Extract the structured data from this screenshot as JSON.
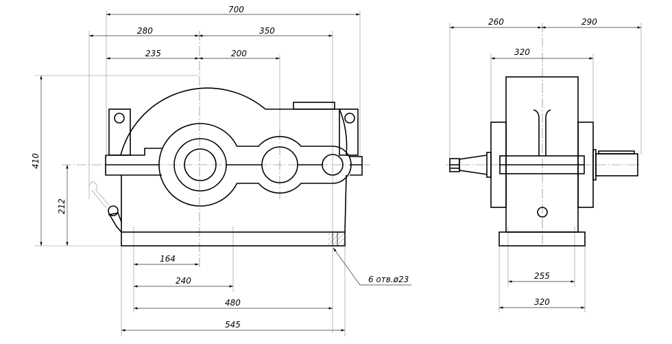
{
  "front_view": {
    "dims": {
      "overall_length": "700",
      "left_280": "280",
      "right_350": "350",
      "left_235": "235",
      "right_200": "200",
      "height_410": "410",
      "axis_height_212": "212",
      "base_164": "164",
      "base_240": "240",
      "base_480": "480",
      "base_545": "545"
    },
    "hole_note": "6 отв.ø23"
  },
  "side_view": {
    "dims": {
      "left_260": "260",
      "right_290": "290",
      "top_320": "320",
      "base_255": "255",
      "base_320": "320"
    }
  }
}
